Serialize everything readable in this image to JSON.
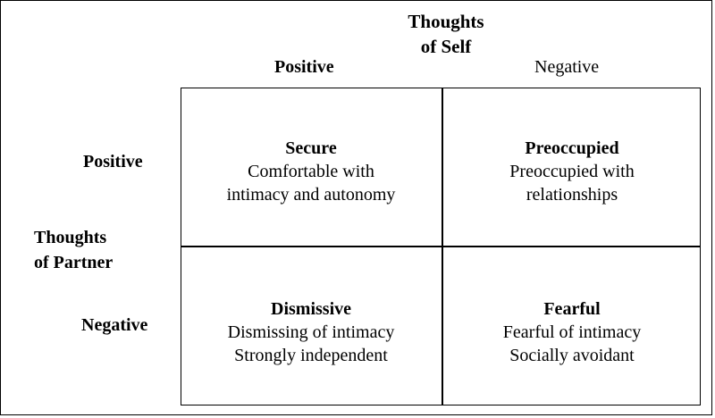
{
  "title_self": [
    "Thoughts",
    "of Self"
  ],
  "columns": {
    "positive": "Positive",
    "negative": "Negative"
  },
  "title_partner": [
    "Thoughts",
    "of Partner"
  ],
  "rows": {
    "positive": "Positive",
    "negative": "Negative"
  },
  "cells": {
    "secure": {
      "name": "Secure",
      "lines": [
        "Comfortable with",
        "intimacy and autonomy"
      ]
    },
    "preoccupied": {
      "name": "Preoccupied",
      "lines": [
        "Preoccupied with",
        "relationships"
      ]
    },
    "dismissive": {
      "name": "Dismissive",
      "lines": [
        "Dismissing of intimacy",
        "Strongly independent"
      ]
    },
    "fearful": {
      "name": "Fearful",
      "lines": [
        "Fearful of intimacy",
        "Socially avoidant"
      ]
    }
  }
}
